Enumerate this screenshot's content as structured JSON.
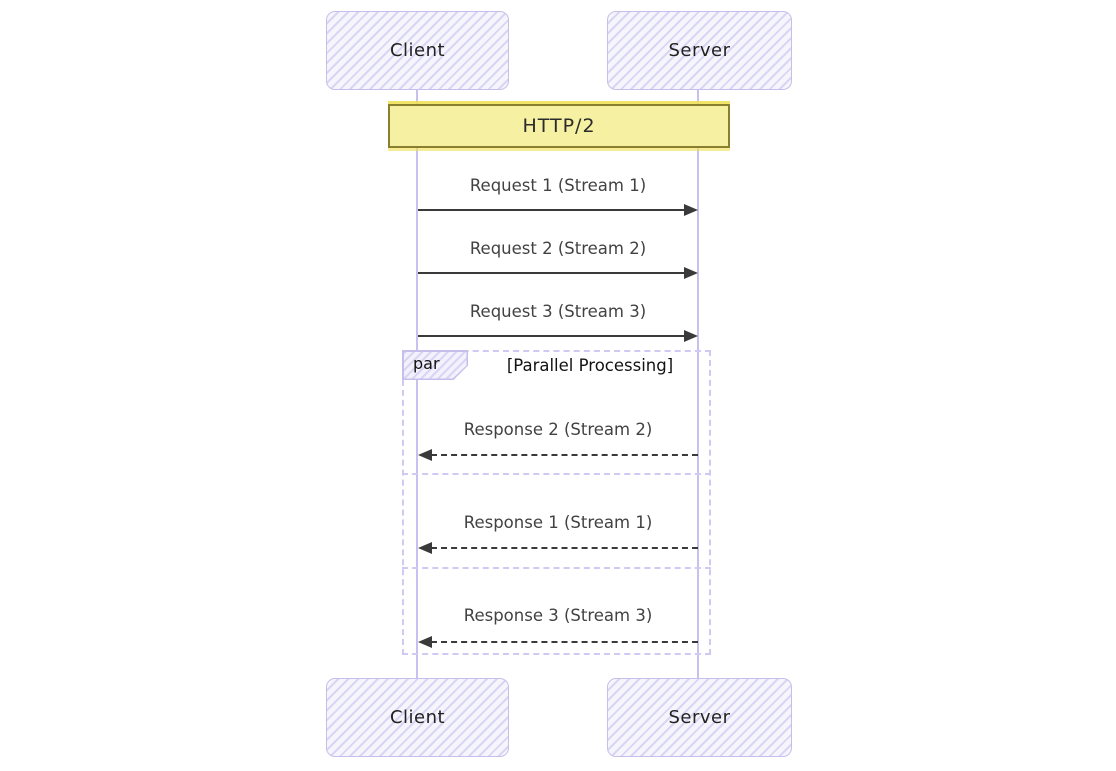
{
  "diagram": {
    "actors": [
      {
        "id": "client",
        "label": "Client"
      },
      {
        "id": "server",
        "label": "Server"
      }
    ],
    "note": {
      "label": "HTTP/2",
      "over": [
        "client",
        "server"
      ]
    },
    "requests": [
      {
        "label": "Request 1 (Stream 1)",
        "from": "client",
        "to": "server",
        "line": "solid"
      },
      {
        "label": "Request 2 (Stream 2)",
        "from": "client",
        "to": "server",
        "line": "solid"
      },
      {
        "label": "Request 3 (Stream 3)",
        "from": "client",
        "to": "server",
        "line": "solid"
      }
    ],
    "par_block": {
      "keyword": "par",
      "condition": "[Parallel Processing]",
      "responses": [
        {
          "label": "Response 2 (Stream 2)",
          "from": "server",
          "to": "client",
          "line": "dashed"
        },
        {
          "label": "Response 1 (Stream 1)",
          "from": "server",
          "to": "client",
          "line": "dashed"
        },
        {
          "label": "Response 3 (Stream 3)",
          "from": "server",
          "to": "client",
          "line": "dashed"
        }
      ]
    }
  },
  "colors": {
    "lifeline": "#c8c1f0",
    "actor_border": "#c6bfec",
    "actor_hatch": "#d9d5f4",
    "actor_bg": "#f6f5fc",
    "note_fill": "#f6f0a2",
    "note_border": "#8a7f2e",
    "message": "#3a3a3a",
    "par_border": "#cfc9f4"
  }
}
